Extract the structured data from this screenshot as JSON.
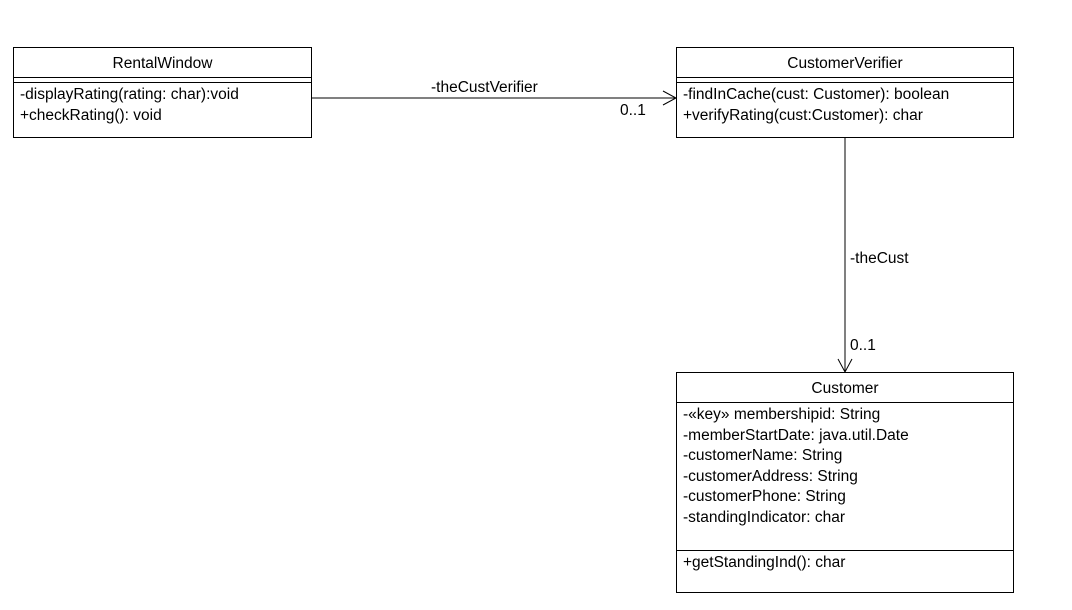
{
  "classes": {
    "rental_window": {
      "name": "RentalWindow",
      "attributes": [],
      "operations": [
        "-displayRating(rating: char):void",
        "+checkRating(): void"
      ]
    },
    "customer_verifier": {
      "name": "CustomerVerifier",
      "attributes": [],
      "operations": [
        "-findInCache(cust: Customer): boolean",
        "+verifyRating(cust:Customer): char"
      ]
    },
    "customer": {
      "name": "Customer",
      "attributes": [
        "-«key» membershipid: String",
        "-memberStartDate: java.util.Date",
        "-customerName: String",
        "-customerAddress: String",
        "-customerPhone: String",
        "-standingIndicator: char"
      ],
      "operations": [
        "+getStandingInd(): char"
      ]
    }
  },
  "associations": {
    "rental_to_verifier": {
      "role": "-theCustVerifier",
      "multiplicity": "0..1",
      "navigable": "to-target"
    },
    "verifier_to_customer": {
      "role": "-theCust",
      "multiplicity": "0..1",
      "navigable": "to-target"
    }
  }
}
